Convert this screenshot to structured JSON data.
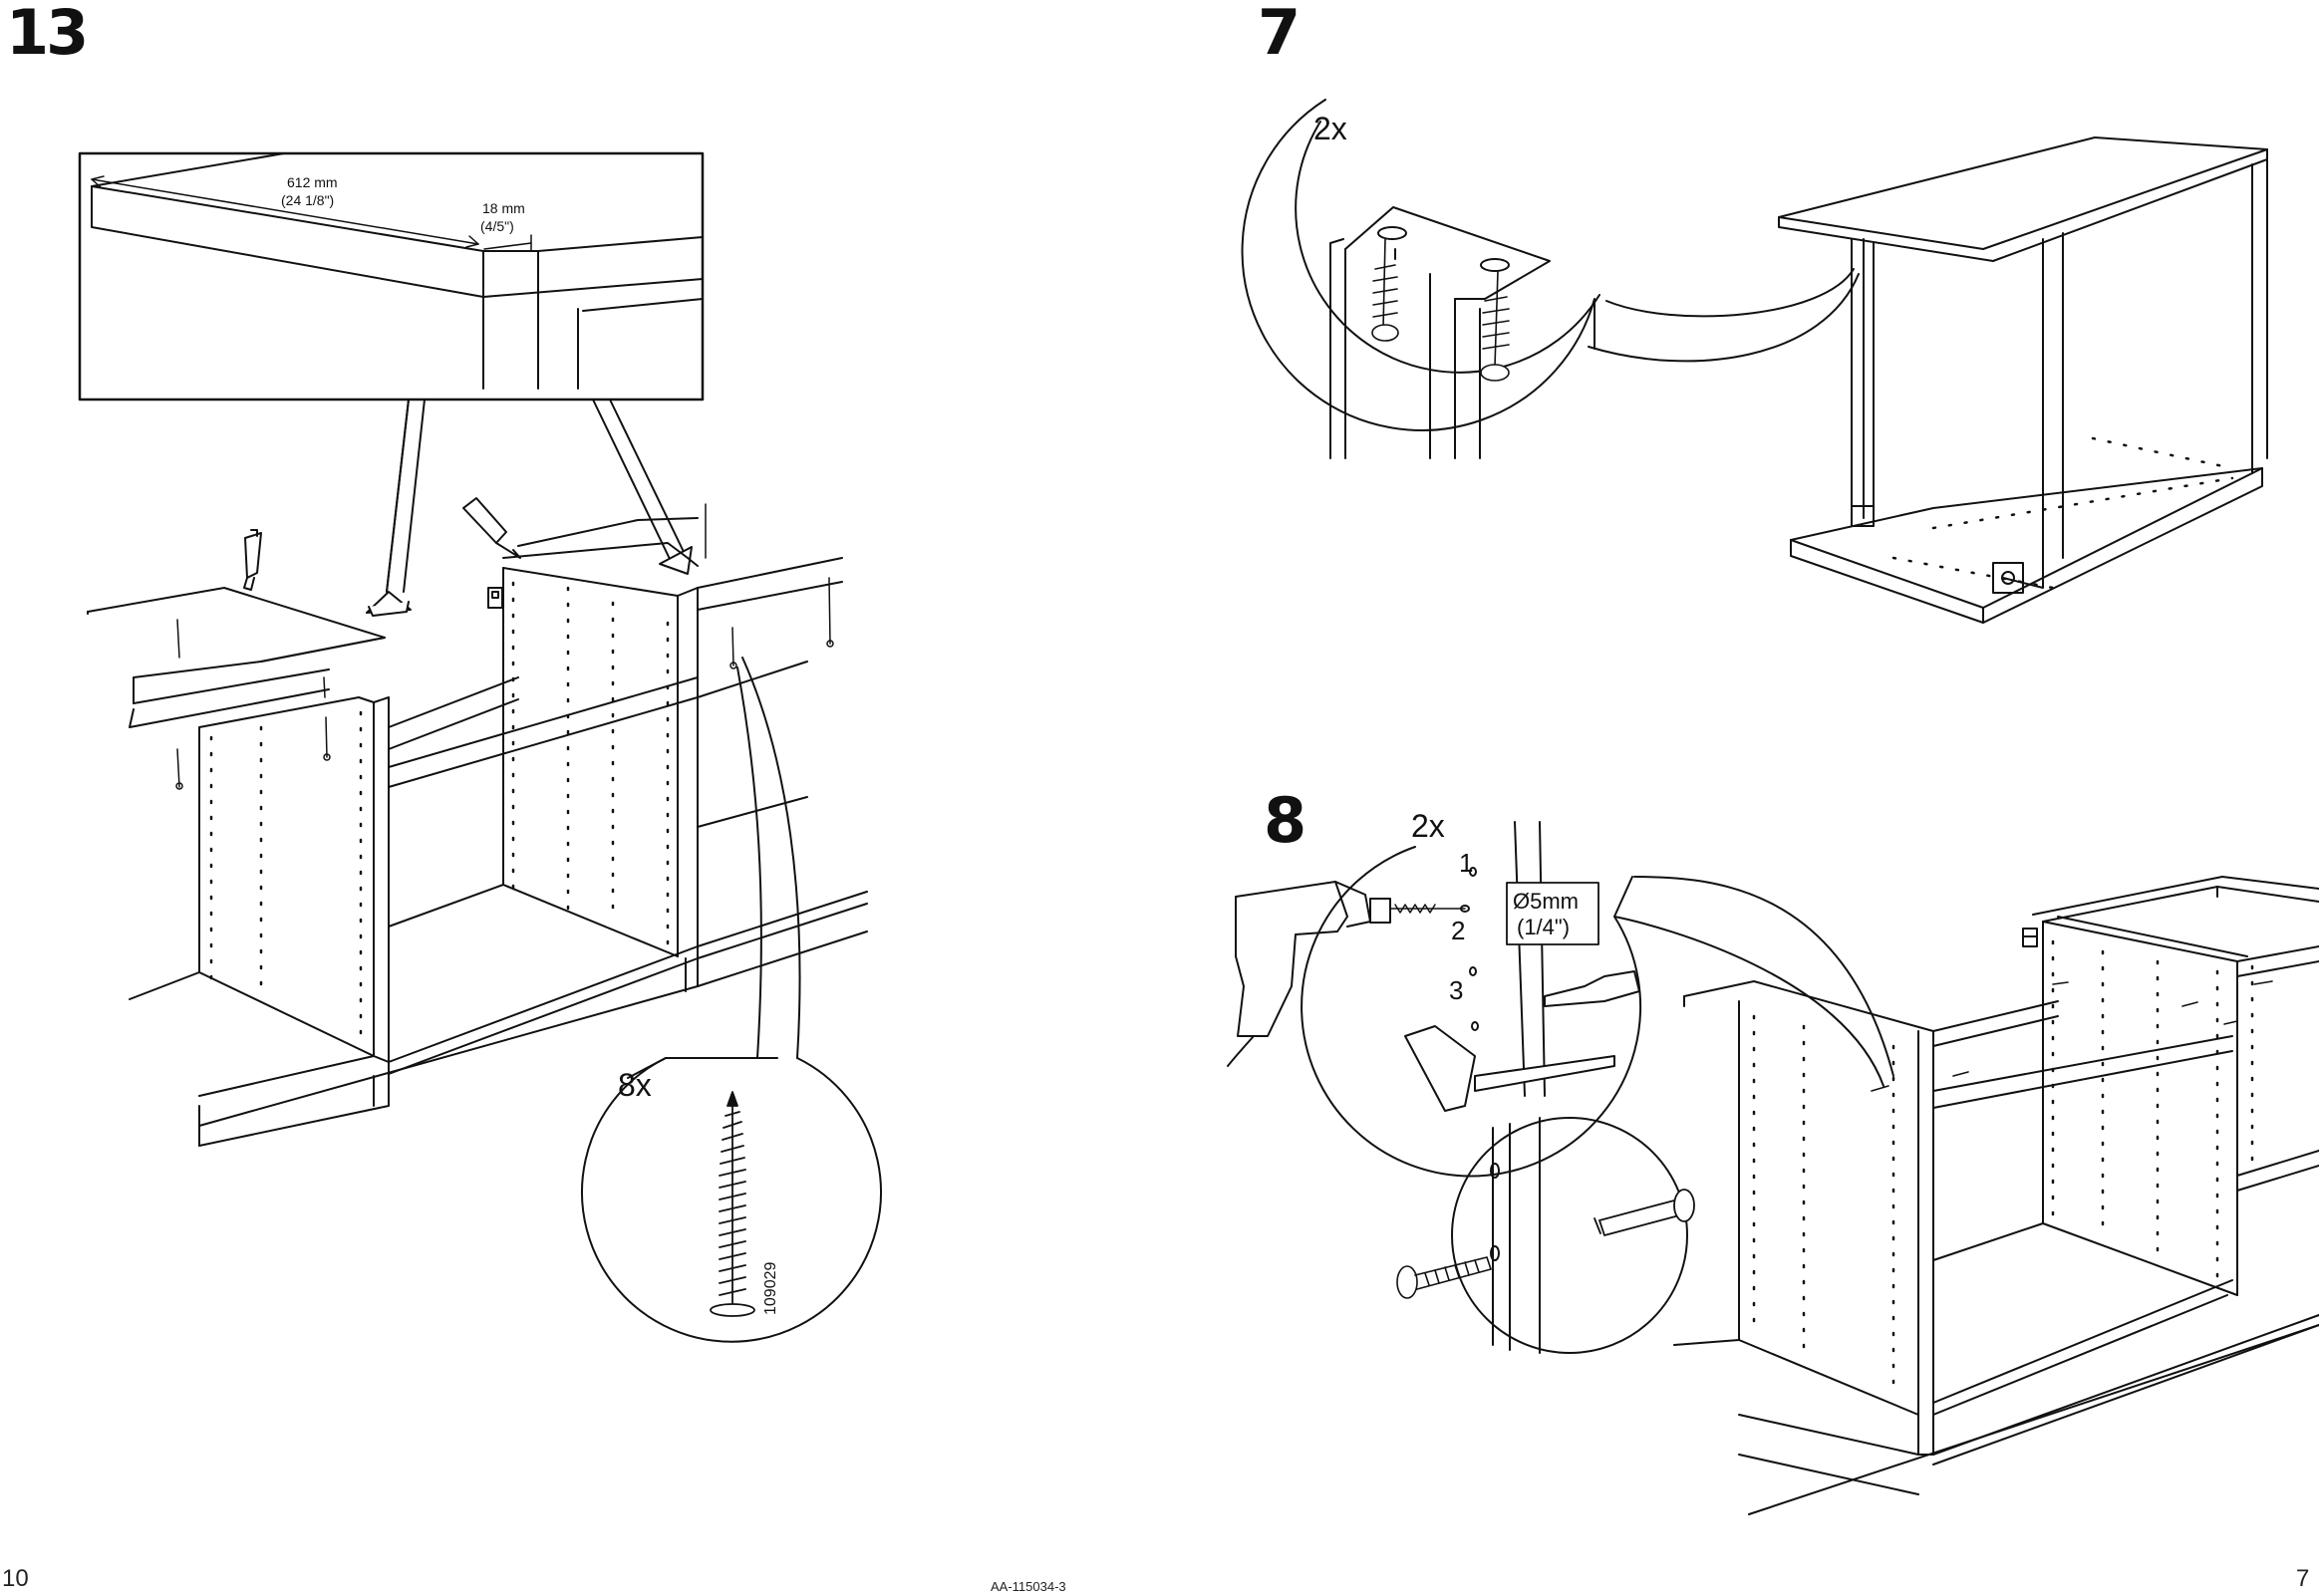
{
  "steps": {
    "left": {
      "number": "13"
    },
    "right_top": {
      "number": "7"
    },
    "right_bottom": {
      "number": "8"
    }
  },
  "step13": {
    "dimension_width": "612 mm",
    "dimension_width_inch": "(24 1/8\")",
    "dimension_overhang": "18 mm",
    "dimension_overhang_inch": "(4/5\")",
    "screw_quantity": "8x",
    "screw_part_number": "109029"
  },
  "step7": {
    "quantity": "2x"
  },
  "step8": {
    "quantity": "2x",
    "drill_diameter": "Ø5mm",
    "drill_diameter_inch": "(1/4\")",
    "hole_labels": [
      "1",
      "2",
      "3"
    ]
  },
  "footer": {
    "page_left": "10",
    "doc_code": "AA-115034-3",
    "page_right": "7"
  },
  "colors": {
    "ink": "#111111",
    "paper": "#ffffff"
  }
}
